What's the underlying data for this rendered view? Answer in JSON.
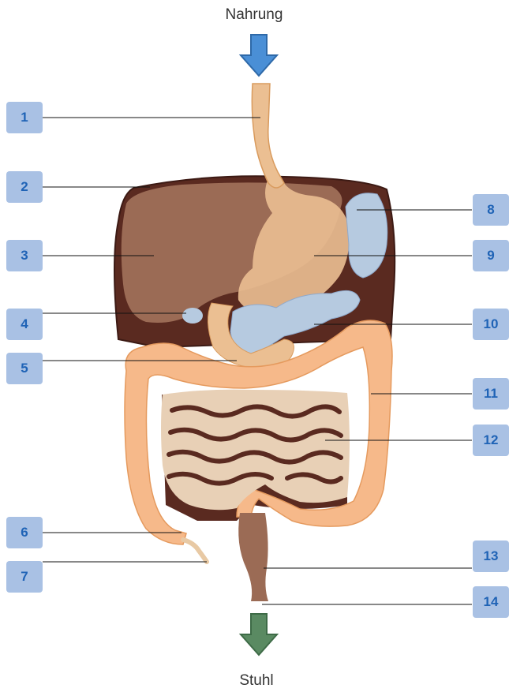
{
  "captions": {
    "input": "Nahrung",
    "output": "Stuhl"
  },
  "labels": {
    "left": [
      "1",
      "2",
      "3",
      "4",
      "5",
      "6",
      "7"
    ],
    "right": [
      "8",
      "9",
      "10",
      "11",
      "12",
      "13",
      "14"
    ]
  },
  "colors": {
    "badge_fill": "#a9c1e4",
    "badge_text": "#1f63b6",
    "arrow_in": "#4a8fd6",
    "arrow_out": "#5a8a62",
    "liver": "#9b6b55",
    "esophagus_stomach": "#ebbf92",
    "colon": "#f6b98a",
    "small_intestine": "#e8d0b6",
    "gallbladder_spleen_pancreas": "#b6cae0",
    "rectum": "#9b6b55",
    "body_cavity": "#5a2a20"
  },
  "icons": {
    "input_arrow": "arrow-down-icon",
    "output_arrow": "arrow-down-icon"
  }
}
